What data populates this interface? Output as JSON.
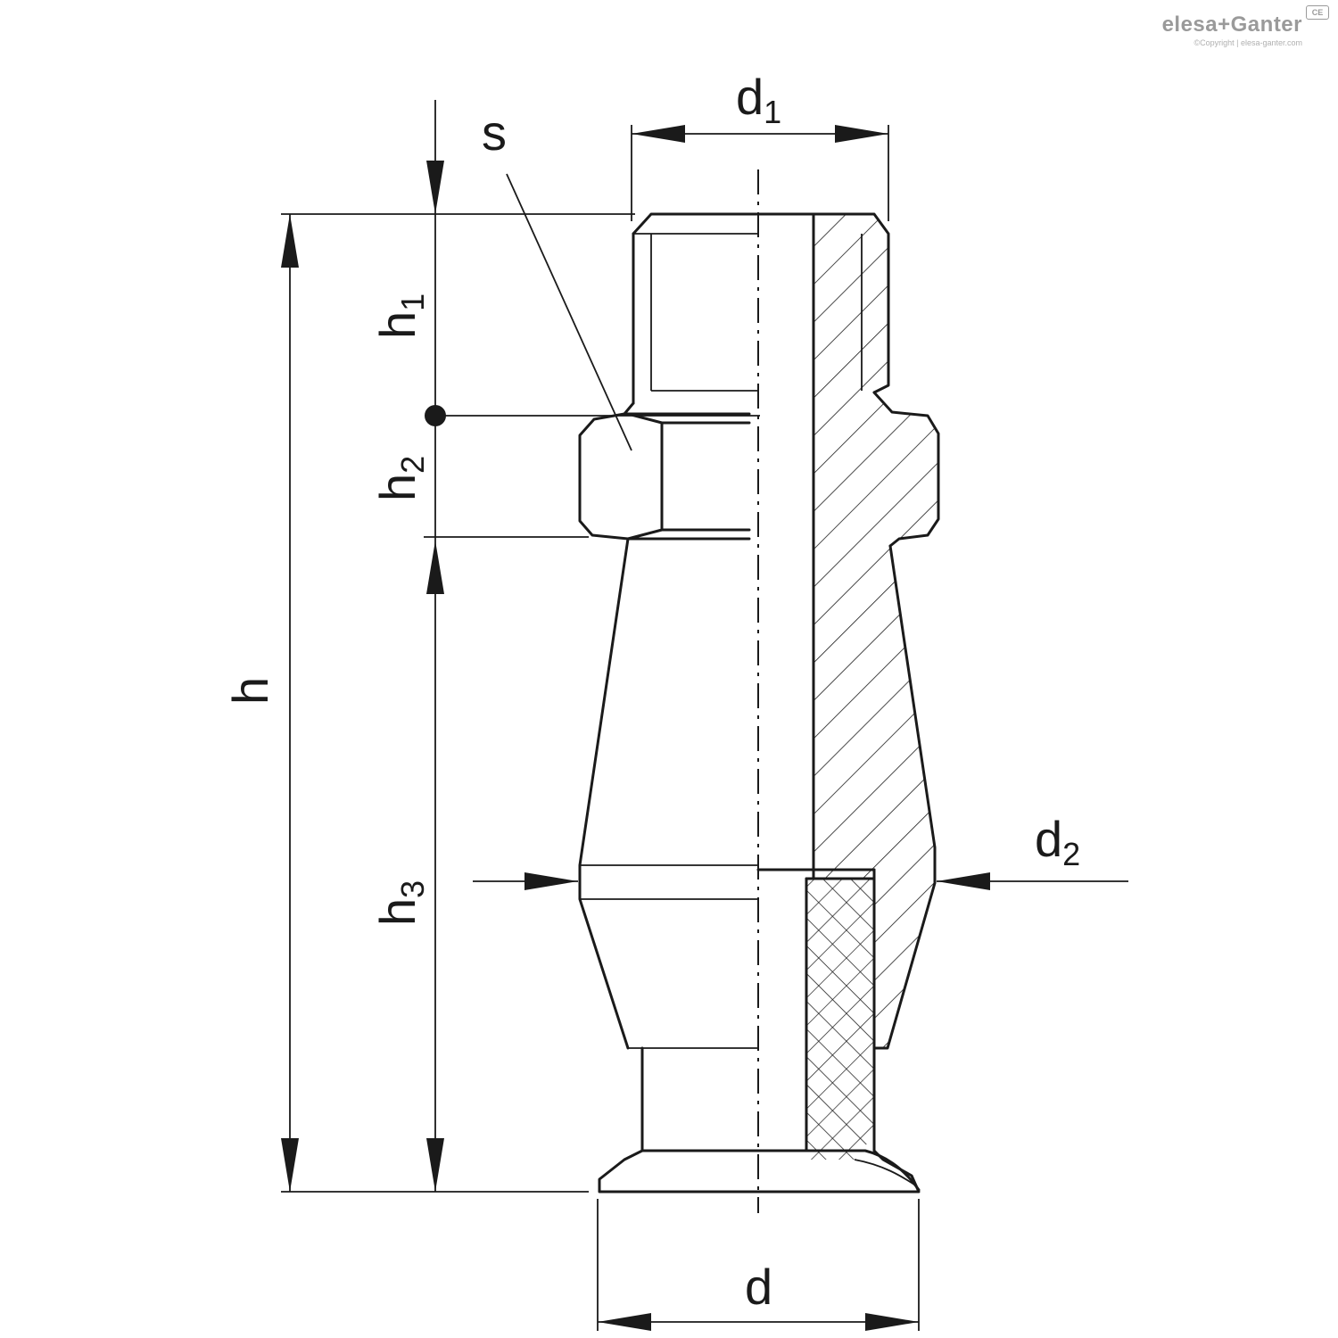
{
  "brand": {
    "logo_left": "elesa",
    "logo_sep": "+",
    "logo_right": "Ganter",
    "copyright": "©Copyright | elesa-ganter.com",
    "mark": "CE"
  },
  "labels": {
    "d1": {
      "base": "d",
      "sub": "1"
    },
    "s": {
      "base": "s",
      "sub": ""
    },
    "h1": {
      "base": "h",
      "sub": "1"
    },
    "h2": {
      "base": "h",
      "sub": "2"
    },
    "h": {
      "base": "h",
      "sub": ""
    },
    "h3": {
      "base": "h",
      "sub": "3"
    },
    "d2": {
      "base": "d",
      "sub": "2"
    },
    "d": {
      "base": "d",
      "sub": ""
    }
  }
}
